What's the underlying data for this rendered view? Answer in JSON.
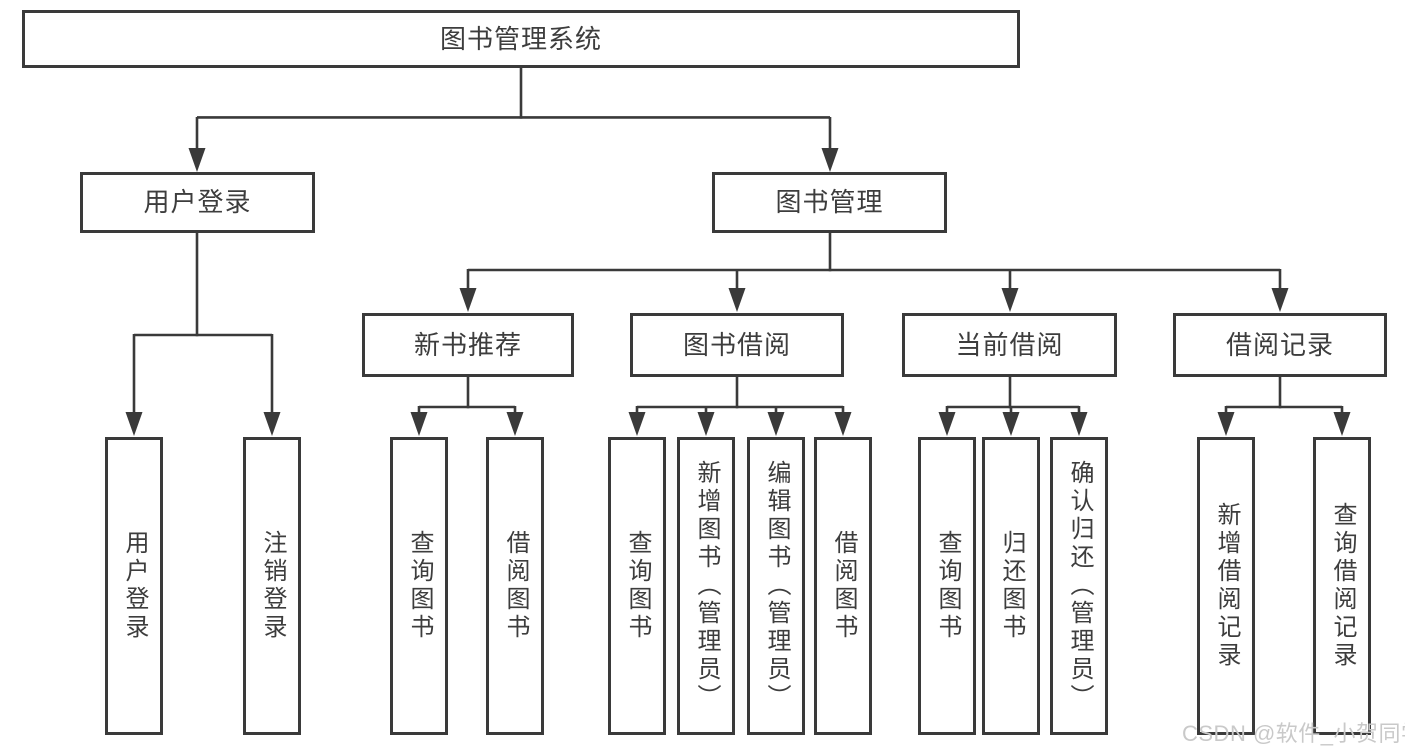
{
  "diagram": {
    "root": {
      "label": "图书管理系统"
    },
    "level2": [
      {
        "label": "用户登录",
        "children": [
          {
            "label": "用户登录"
          },
          {
            "label": "注销登录"
          }
        ]
      },
      {
        "label": "图书管理",
        "children": [
          {
            "label": "新书推荐",
            "children": [
              {
                "label": "查询图书"
              },
              {
                "label": "借阅图书"
              }
            ]
          },
          {
            "label": "图书借阅",
            "children": [
              {
                "label": "查询图书"
              },
              {
                "label": "新增图书（管理员）"
              },
              {
                "label": "编辑图书（管理员）"
              },
              {
                "label": "借阅图书"
              }
            ]
          },
          {
            "label": "当前借阅",
            "children": [
              {
                "label": "查询图书"
              },
              {
                "label": "归还图书"
              },
              {
                "label": "确认归还（管理员）"
              }
            ]
          },
          {
            "label": "借阅记录",
            "children": [
              {
                "label": "新增借阅记录"
              },
              {
                "label": "查询借阅记录"
              }
            ]
          }
        ]
      }
    ]
  },
  "watermark": {
    "text": "CSDN @软件_小贺同学"
  },
  "colors": {
    "line": "#3a3a3a",
    "border": "#3a3a3a",
    "text": "#3d3d3d",
    "background": "#ffffff",
    "watermark": "#c9c9c9"
  }
}
